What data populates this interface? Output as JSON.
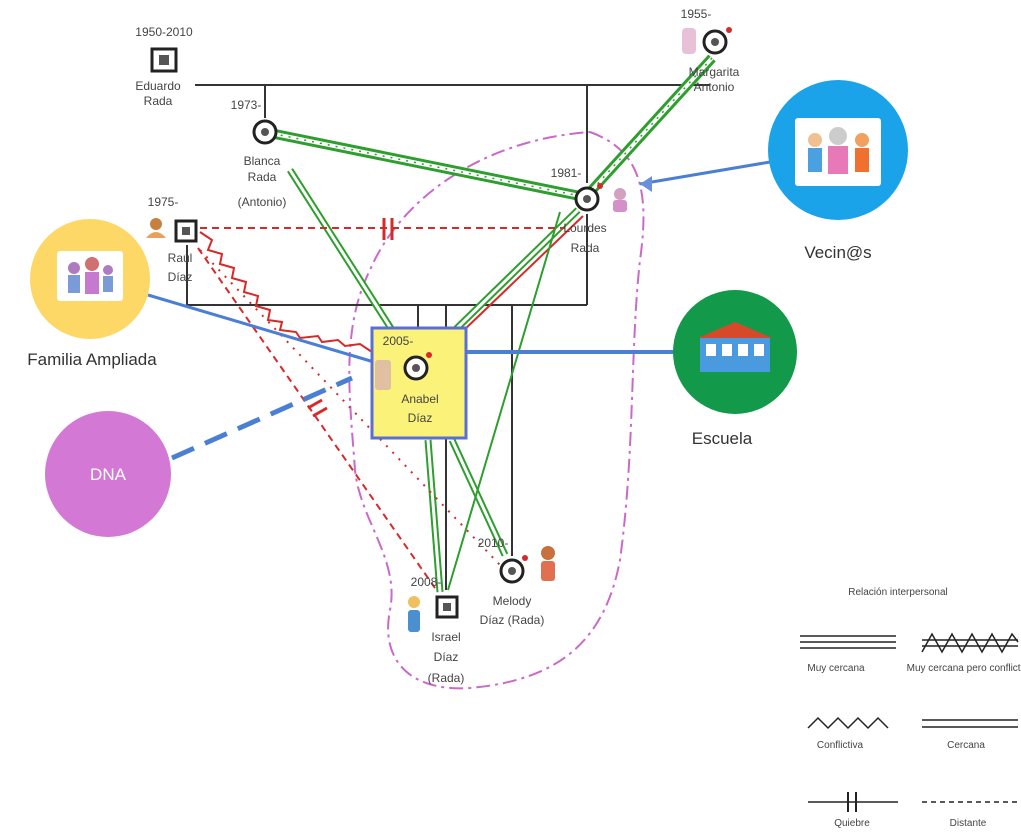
{
  "people": {
    "eduardo": {
      "years": "1950-2010",
      "name1": "Eduardo",
      "name2": "Rada"
    },
    "margarita": {
      "years": "1955-",
      "name1": "Margarita",
      "name2": "Antonio"
    },
    "blanca": {
      "years": "1973-",
      "name1": "Blanca",
      "name2": "Rada",
      "name3": "(Antonio)"
    },
    "lourdes": {
      "years": "1981-",
      "name1": "Lourdes",
      "name2": "Rada"
    },
    "raul": {
      "years": "1975-",
      "name1": "Raúl",
      "name2": "Díaz"
    },
    "anabel": {
      "years": "2005-",
      "name1": "Anabel",
      "name2": "Díaz"
    },
    "melody": {
      "years": "2010-",
      "name1": "Melody",
      "name2": "Díaz (Rada)"
    },
    "israel": {
      "years": "2008-",
      "name1": "Israel",
      "name2": "Díaz",
      "name3": "(Rada)"
    }
  },
  "ecomap": {
    "vecinos": {
      "label": "Vecin@s",
      "color": "#1aa3e8"
    },
    "familia": {
      "label": "Familia Ampliada",
      "color": "#fdd866"
    },
    "escuela": {
      "label": "Escuela",
      "color": "#12994a"
    },
    "dna": {
      "label": "DNA",
      "color": "#d478d6"
    }
  },
  "legend": {
    "title": "Relación interpersonal",
    "items": [
      "Muy cercana",
      "Muy cercana pero conflictiva",
      "Conflictiva",
      "Cercana",
      "Quiebre",
      "Distante"
    ]
  },
  "colors": {
    "close": "#2e9e2e",
    "conflict": "#d62a2a",
    "distant": "#d62a2a",
    "link_blue": "#4a7fd4",
    "boundary": "#c96ac9",
    "focus_fill": "#fbf27a",
    "focus_border": "#5a6fd6"
  }
}
